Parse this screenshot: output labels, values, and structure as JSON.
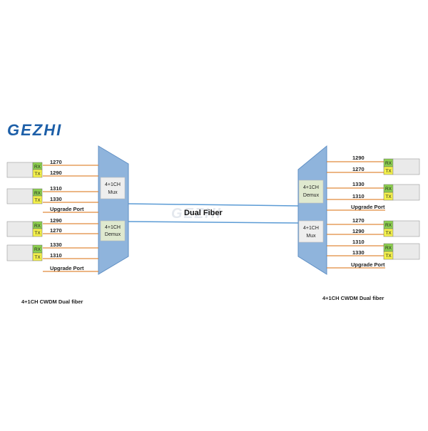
{
  "logo": {
    "text": "GEZHI",
    "color": "#1d5fa8"
  },
  "center_link": {
    "label": "Dual Fiber",
    "watermark": "GEZHI"
  },
  "colors": {
    "trapezoid": "#8fb4dc",
    "trapezoid_stroke": "#5f8fc4",
    "box_mux": "#eeeeee",
    "box_demux": "#dfe9cf",
    "orange": "#e08a3c",
    "fiber": "#5b9bd5",
    "rx": "#8ccf4e",
    "tx": "#f3f04a",
    "module": "#eaeaea"
  },
  "left": {
    "caption": "4+1CH CWDM Dual fiber",
    "mux_box": {
      "line1": "4+1CH",
      "line2": "Mux"
    },
    "demux_box": {
      "line1": "4+1CH",
      "line2": "Demux"
    },
    "modules": [
      {
        "rx": "RX",
        "tx": "TX"
      },
      {
        "rx": "RX",
        "tx": "TX"
      },
      {
        "rx": "RX",
        "tx": "TX"
      },
      {
        "rx": "RX",
        "tx": "TX"
      }
    ],
    "lines": [
      "1270",
      "1290",
      "1310",
      "1330",
      "Upgrade Port",
      "1290",
      "1270",
      "1330",
      "1310",
      "Upgrade Port"
    ]
  },
  "right": {
    "caption": "4+1CH CWDM Dual fiber",
    "demux_box": {
      "line1": "4+1CH",
      "line2": "Demux"
    },
    "mux_box": {
      "line1": "4+1CH",
      "line2": "Mux"
    },
    "modules": [
      {
        "rx": "RX",
        "tx": "TX"
      },
      {
        "rx": "RX",
        "tx": "TX"
      },
      {
        "rx": "RX",
        "tx": "TX"
      },
      {
        "rx": "RX",
        "tx": "TX"
      }
    ],
    "lines": [
      "1290",
      "1270",
      "1330",
      "1310",
      "Upgrade Port",
      "1270",
      "1290",
      "1310",
      "1330",
      "Upgrade Port"
    ]
  }
}
